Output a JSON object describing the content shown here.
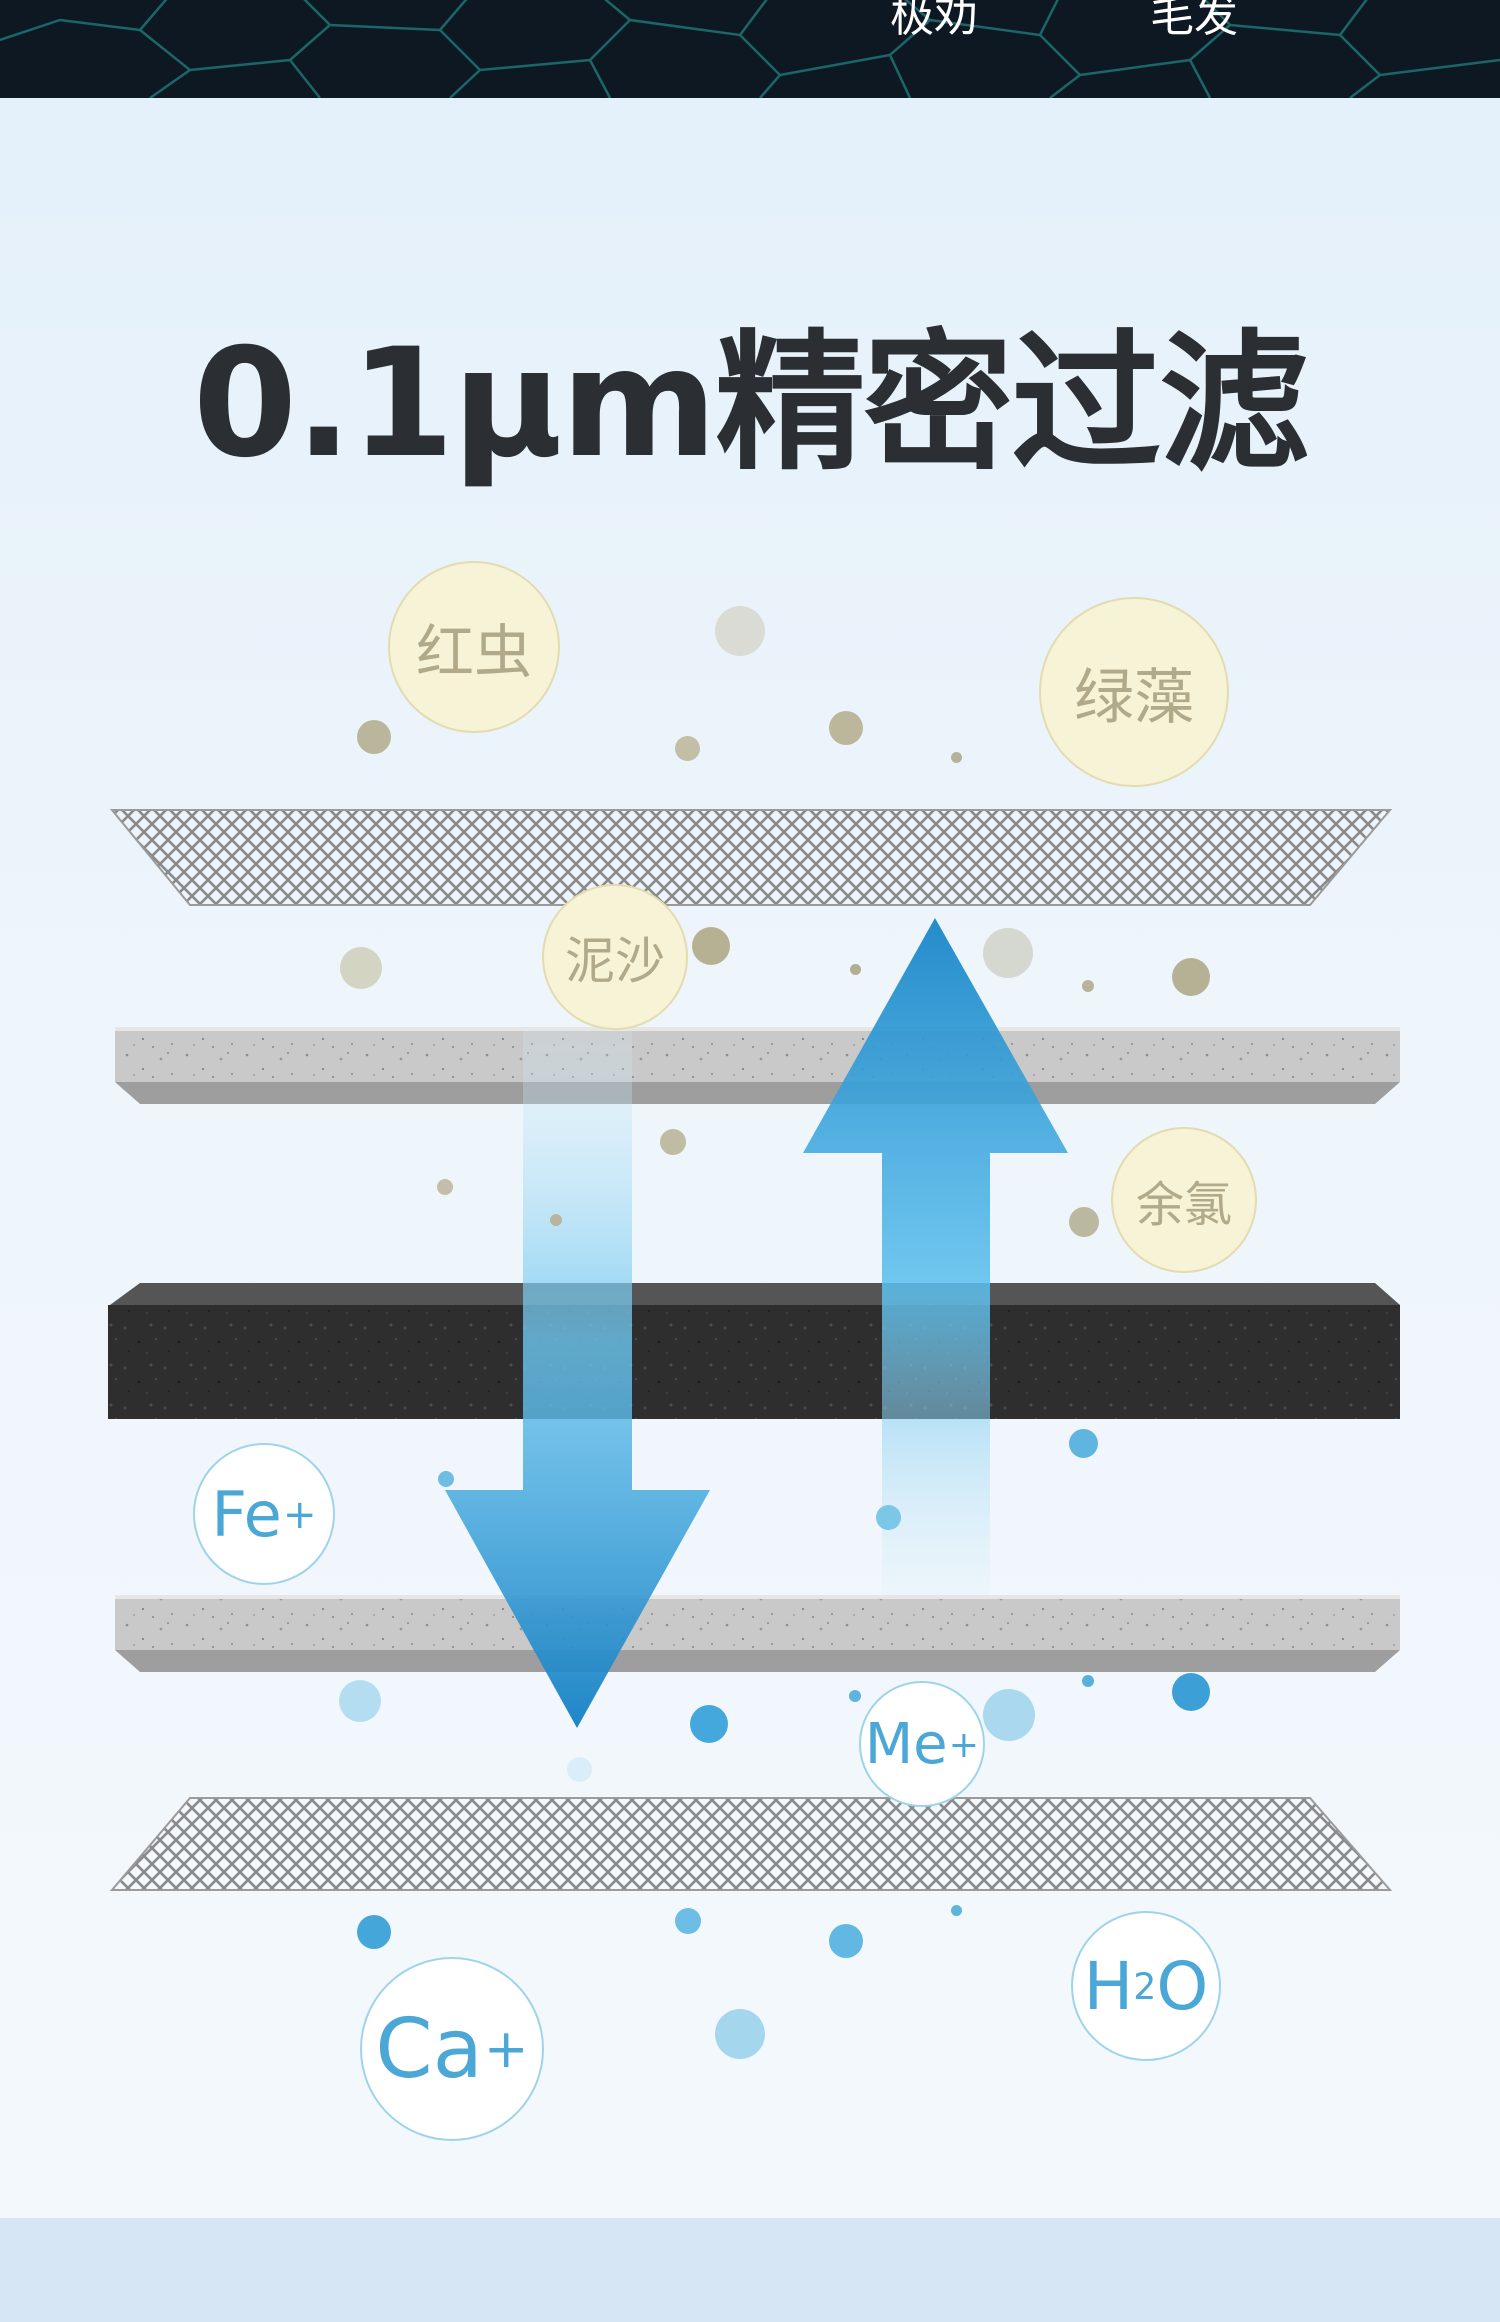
{
  "top_strip": {
    "labels": [
      "极劝",
      "毛发"
    ]
  },
  "title": "0.1μm精密过滤",
  "impurities": [
    "红虫",
    "绿藻",
    "泥沙",
    "余氯"
  ],
  "ions": {
    "fe": {
      "base": "Fe",
      "sup": "+"
    },
    "me": {
      "base": "Me",
      "sup": "+"
    },
    "ca": {
      "base": "Ca",
      "sup": "+"
    },
    "h2o": {
      "part1": "H",
      "sub": "2",
      "part2": "O"
    }
  },
  "icons": [
    "mesh-filter-icon",
    "ceramic-filter-icon",
    "carbon-filter-icon",
    "arrow-up-icon",
    "arrow-down-icon"
  ],
  "colors": {
    "top_strip": "#0d1822",
    "title": "#2b2e33",
    "arrow_blue": "#1a86c8",
    "impurity_bubble": "#f7f3d6",
    "ion_text": "#4ba7d6",
    "bottom_band": "#d6e6f5"
  }
}
